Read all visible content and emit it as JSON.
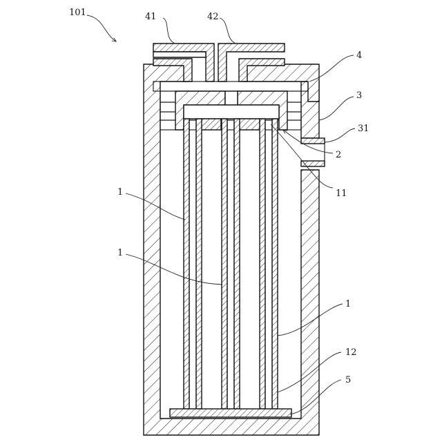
{
  "figure": {
    "labels": {
      "ref_101": "101",
      "ref_41": "41",
      "ref_42": "42",
      "ref_4": "4",
      "ref_3": "3",
      "ref_31": "31",
      "ref_2": "2",
      "ref_11": "11",
      "ref_1_a": "1",
      "ref_1_b": "1",
      "ref_1_c": "1",
      "ref_12": "12",
      "ref_5": "5"
    },
    "colors": {
      "line": "#111111",
      "background": "#ffffff",
      "hatch": "#111111"
    }
  }
}
